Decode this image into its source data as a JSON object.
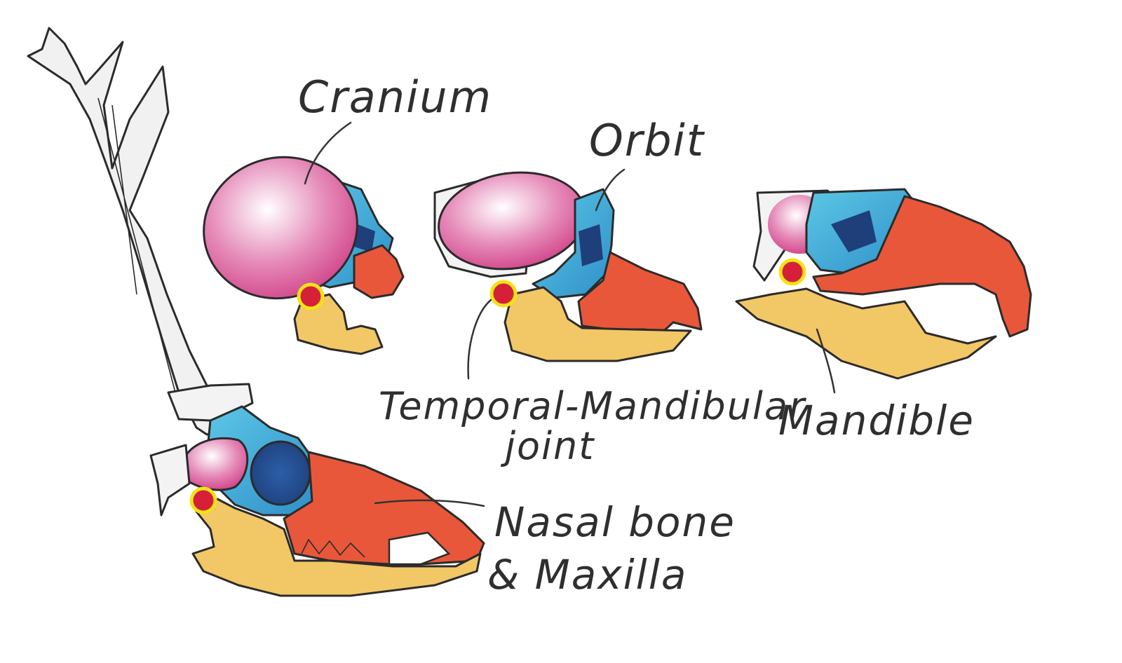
{
  "labels": {
    "cranium": "Cranium",
    "orbit": "Orbit",
    "tmj_line1": "Temporal-Mandibular",
    "tmj_line2": "joint",
    "mandible": "Mandible",
    "nasal_line1": "Nasal bone",
    "nasal_line2": "& Maxilla"
  },
  "colors": {
    "cranium": "#d9508f",
    "orbit": "#3fb6d9",
    "maxilla": "#e8573a",
    "mandible": "#f2c765",
    "joint_fill": "#d6203a",
    "joint_ring": "#f4e316",
    "antler": "#efefef"
  }
}
